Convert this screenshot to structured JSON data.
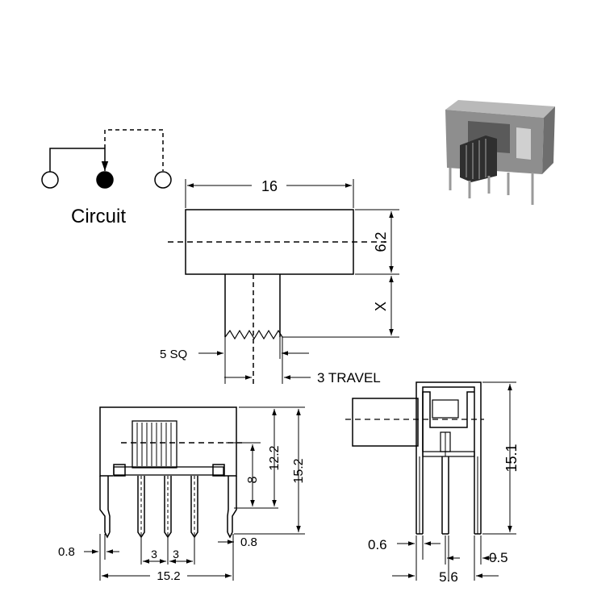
{
  "circuit": {
    "label": "Circuit"
  },
  "top_view": {
    "width_dim": "16",
    "height_dim": "6.2",
    "actuator_dim": "X",
    "sq_label": "5 SQ",
    "travel_label": "3 TRAVEL"
  },
  "front_view": {
    "pitch_left": "3",
    "pitch_right": "3",
    "overall_width": "15.2",
    "pin_left": "0.8",
    "pin_right": "0.8",
    "height_inner": "8",
    "height_mid": "12.2",
    "height_outer": "15.2"
  },
  "side_view": {
    "height": "15.1",
    "pin_width": "0.6",
    "pin_spacing": "5.6",
    "pin_offset": "0.5"
  },
  "colors": {
    "line": "#000000",
    "photo_body": "#8a8a8a",
    "photo_dark": "#3c3c3c"
  }
}
